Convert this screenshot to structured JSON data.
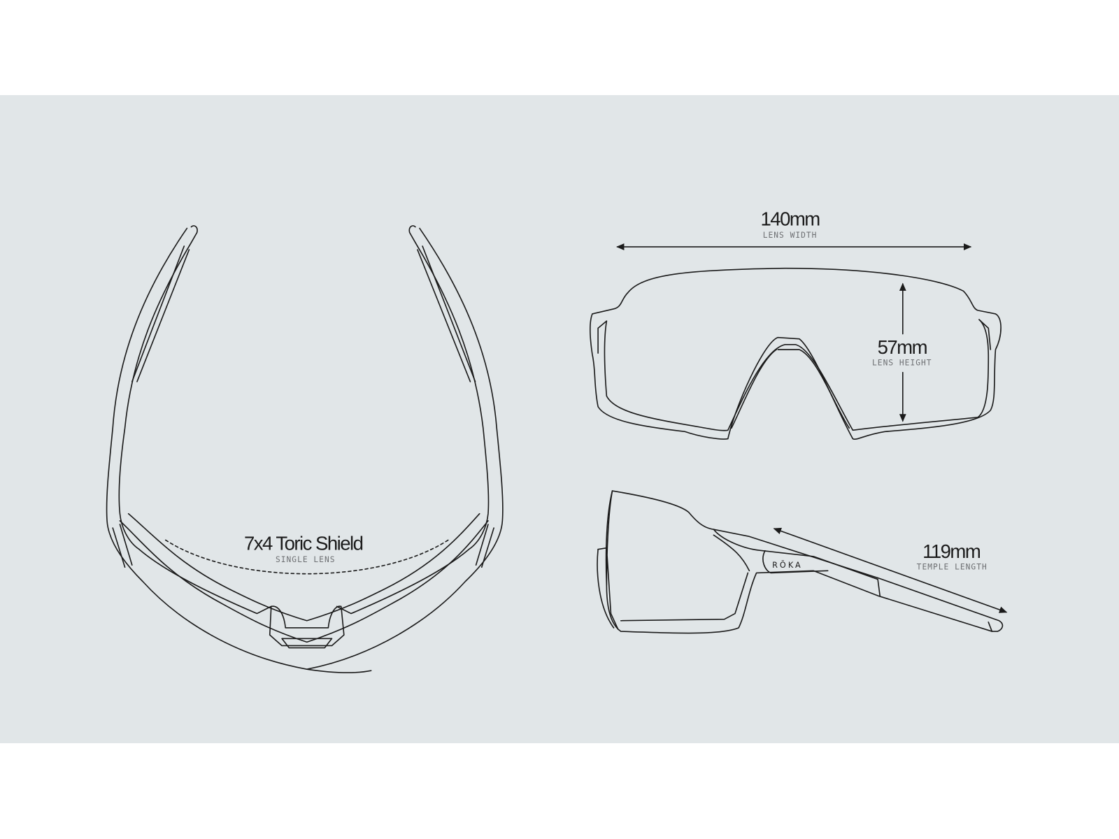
{
  "top_view": {
    "title": "7x4 Toric Shield",
    "subtitle": "SINGLE LENS"
  },
  "front_view": {
    "width": {
      "value": "140mm",
      "label": "LENS WIDTH"
    },
    "height": {
      "value": "57mm",
      "label": "LENS HEIGHT"
    }
  },
  "side_view": {
    "temple": {
      "value": "119mm",
      "label": "TEMPLE LENGTH"
    },
    "brand_logo": "RŌKA"
  },
  "colors": {
    "background": "#e1e6e8",
    "line": "#1b1b1b",
    "caption": "#6d6f72"
  }
}
